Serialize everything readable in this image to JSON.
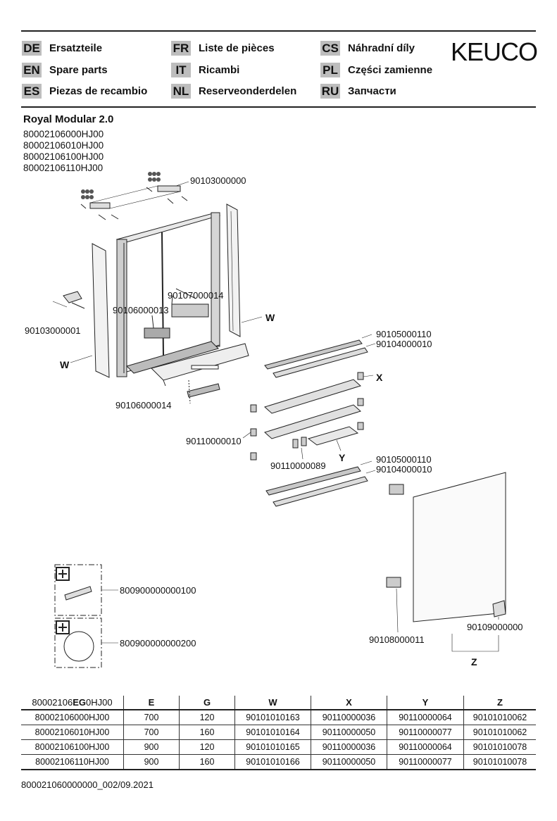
{
  "header": {
    "brand": "KEUCO",
    "languages": [
      {
        "code": "DE",
        "label": "Ersatzteile"
      },
      {
        "code": "EN",
        "label": "Spare parts"
      },
      {
        "code": "ES",
        "label": "Piezas de recambio"
      },
      {
        "code": "FR",
        "label": "Liste de pièces"
      },
      {
        "code": "IT",
        "label": "Ricambi"
      },
      {
        "code": "NL",
        "label": "Reserveonderdelen"
      },
      {
        "code": "CS",
        "label": "Náhradní díly"
      },
      {
        "code": "PL",
        "label": "Części zamienne"
      },
      {
        "code": "RU",
        "label": "Запчасти"
      }
    ]
  },
  "product": {
    "title": "Royal Modular 2.0",
    "variants": [
      "80002106000HJ00",
      "80002106010HJ00",
      "80002106100HJ00",
      "80002106110HJ00"
    ]
  },
  "parts": {
    "p1": "90103000000",
    "p2": "90107000014",
    "p3": "90106000013",
    "p4": "90103000001",
    "p5": "W",
    "p6": "W",
    "p7": "90105000110",
    "p8": "90104000010",
    "p9": "X",
    "p10": "90106000014",
    "p11": "90110000010",
    "p12": "90110000089",
    "p13": "Y",
    "p14": "90105000110",
    "p15": "90104000010",
    "p16": "800900000000100",
    "p17": "800900000000200",
    "p18": "90109000000",
    "p19": "90108000011",
    "p20": "Z"
  },
  "table": {
    "header_pre": "80002106",
    "header_bold": "EG",
    "header_post": "0HJ00",
    "columns": [
      "E",
      "G",
      "W",
      "X",
      "Y",
      "Z"
    ],
    "rows": [
      [
        "80002106000HJ00",
        "700",
        "120",
        "90101010163",
        "90110000036",
        "90110000064",
        "90101010062"
      ],
      [
        "80002106010HJ00",
        "700",
        "160",
        "90101010164",
        "90110000050",
        "90110000077",
        "90101010062"
      ],
      [
        "80002106100HJ00",
        "900",
        "120",
        "90101010165",
        "90110000036",
        "90110000064",
        "90101010078"
      ],
      [
        "80002106110HJ00",
        "900",
        "160",
        "90101010166",
        "90110000050",
        "90110000077",
        "90101010078"
      ]
    ]
  },
  "footer": {
    "doc_id": "800021060000000_002/09.2021"
  }
}
